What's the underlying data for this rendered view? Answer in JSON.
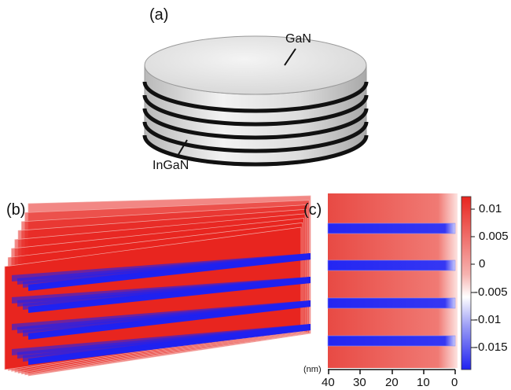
{
  "panels": {
    "a": {
      "label": "(a)",
      "top_layer": "GaN",
      "well_layer": "InGaN"
    },
    "b": {
      "label": "(b)"
    },
    "c": {
      "label": "(c)",
      "x_unit": "(nm)",
      "x_ticks": [
        "40",
        "30",
        "20",
        "10",
        "0"
      ],
      "colorbar_ticks": [
        "0.01",
        "0.005",
        "0",
        "-0.005",
        "-0.01",
        "-0.015"
      ]
    }
  },
  "colors": {
    "gan_body": "#e4e4e4",
    "ingan_stripe": "#111111",
    "strain_positive": "#e8251f",
    "strain_negative": "#1f22f0"
  }
}
